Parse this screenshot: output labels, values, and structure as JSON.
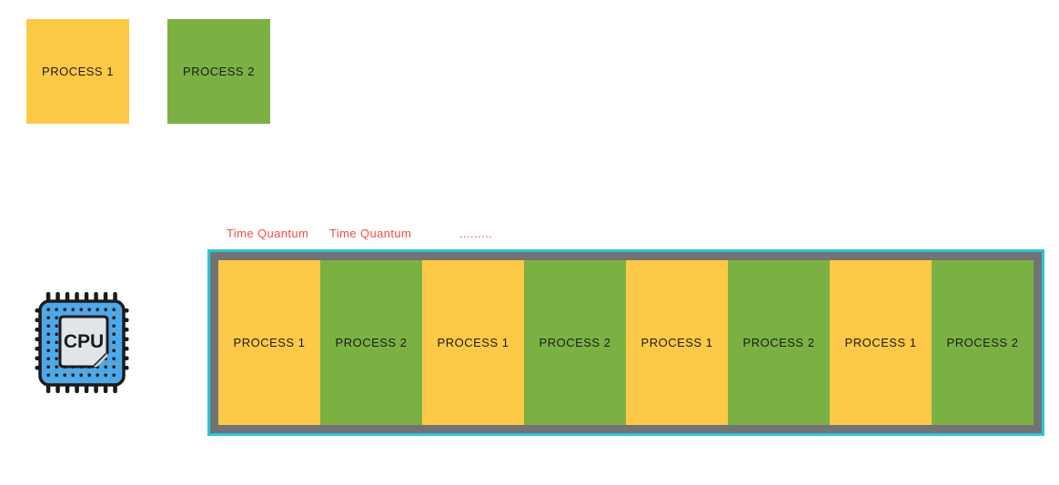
{
  "legend": {
    "process1": {
      "label": "PROCESS 1",
      "color": "#FDC947"
    },
    "process2": {
      "label": "PROCESS 2",
      "color": "#7BB143"
    }
  },
  "cpu": {
    "label": "CPU",
    "icon": "cpu-chip-icon",
    "body_color": "#4FA8E8",
    "panel_color": "#DFE5E8"
  },
  "timeline": {
    "label1": "Time Quantum",
    "label2": "Time Quantum",
    "ellipsis": ".........",
    "text_color": "#FB4C41"
  },
  "queue": {
    "border_color": "#2BC4D8",
    "track_color": "#737373",
    "blocks": [
      {
        "label": "PROCESS 1",
        "process": "p1",
        "color": "#FDC947"
      },
      {
        "label": "PROCESS 2",
        "process": "p2",
        "color": "#7BB143"
      },
      {
        "label": "PROCESS 1",
        "process": "p1",
        "color": "#FDC947"
      },
      {
        "label": "PROCESS 2",
        "process": "p2",
        "color": "#7BB143"
      },
      {
        "label": "PROCESS 1",
        "process": "p1",
        "color": "#FDC947"
      },
      {
        "label": "PROCESS 2",
        "process": "p2",
        "color": "#7BB143"
      },
      {
        "label": "PROCESS 1",
        "process": "p1",
        "color": "#FDC947"
      },
      {
        "label": "PROCESS 2",
        "process": "p2",
        "color": "#7BB143"
      }
    ]
  }
}
